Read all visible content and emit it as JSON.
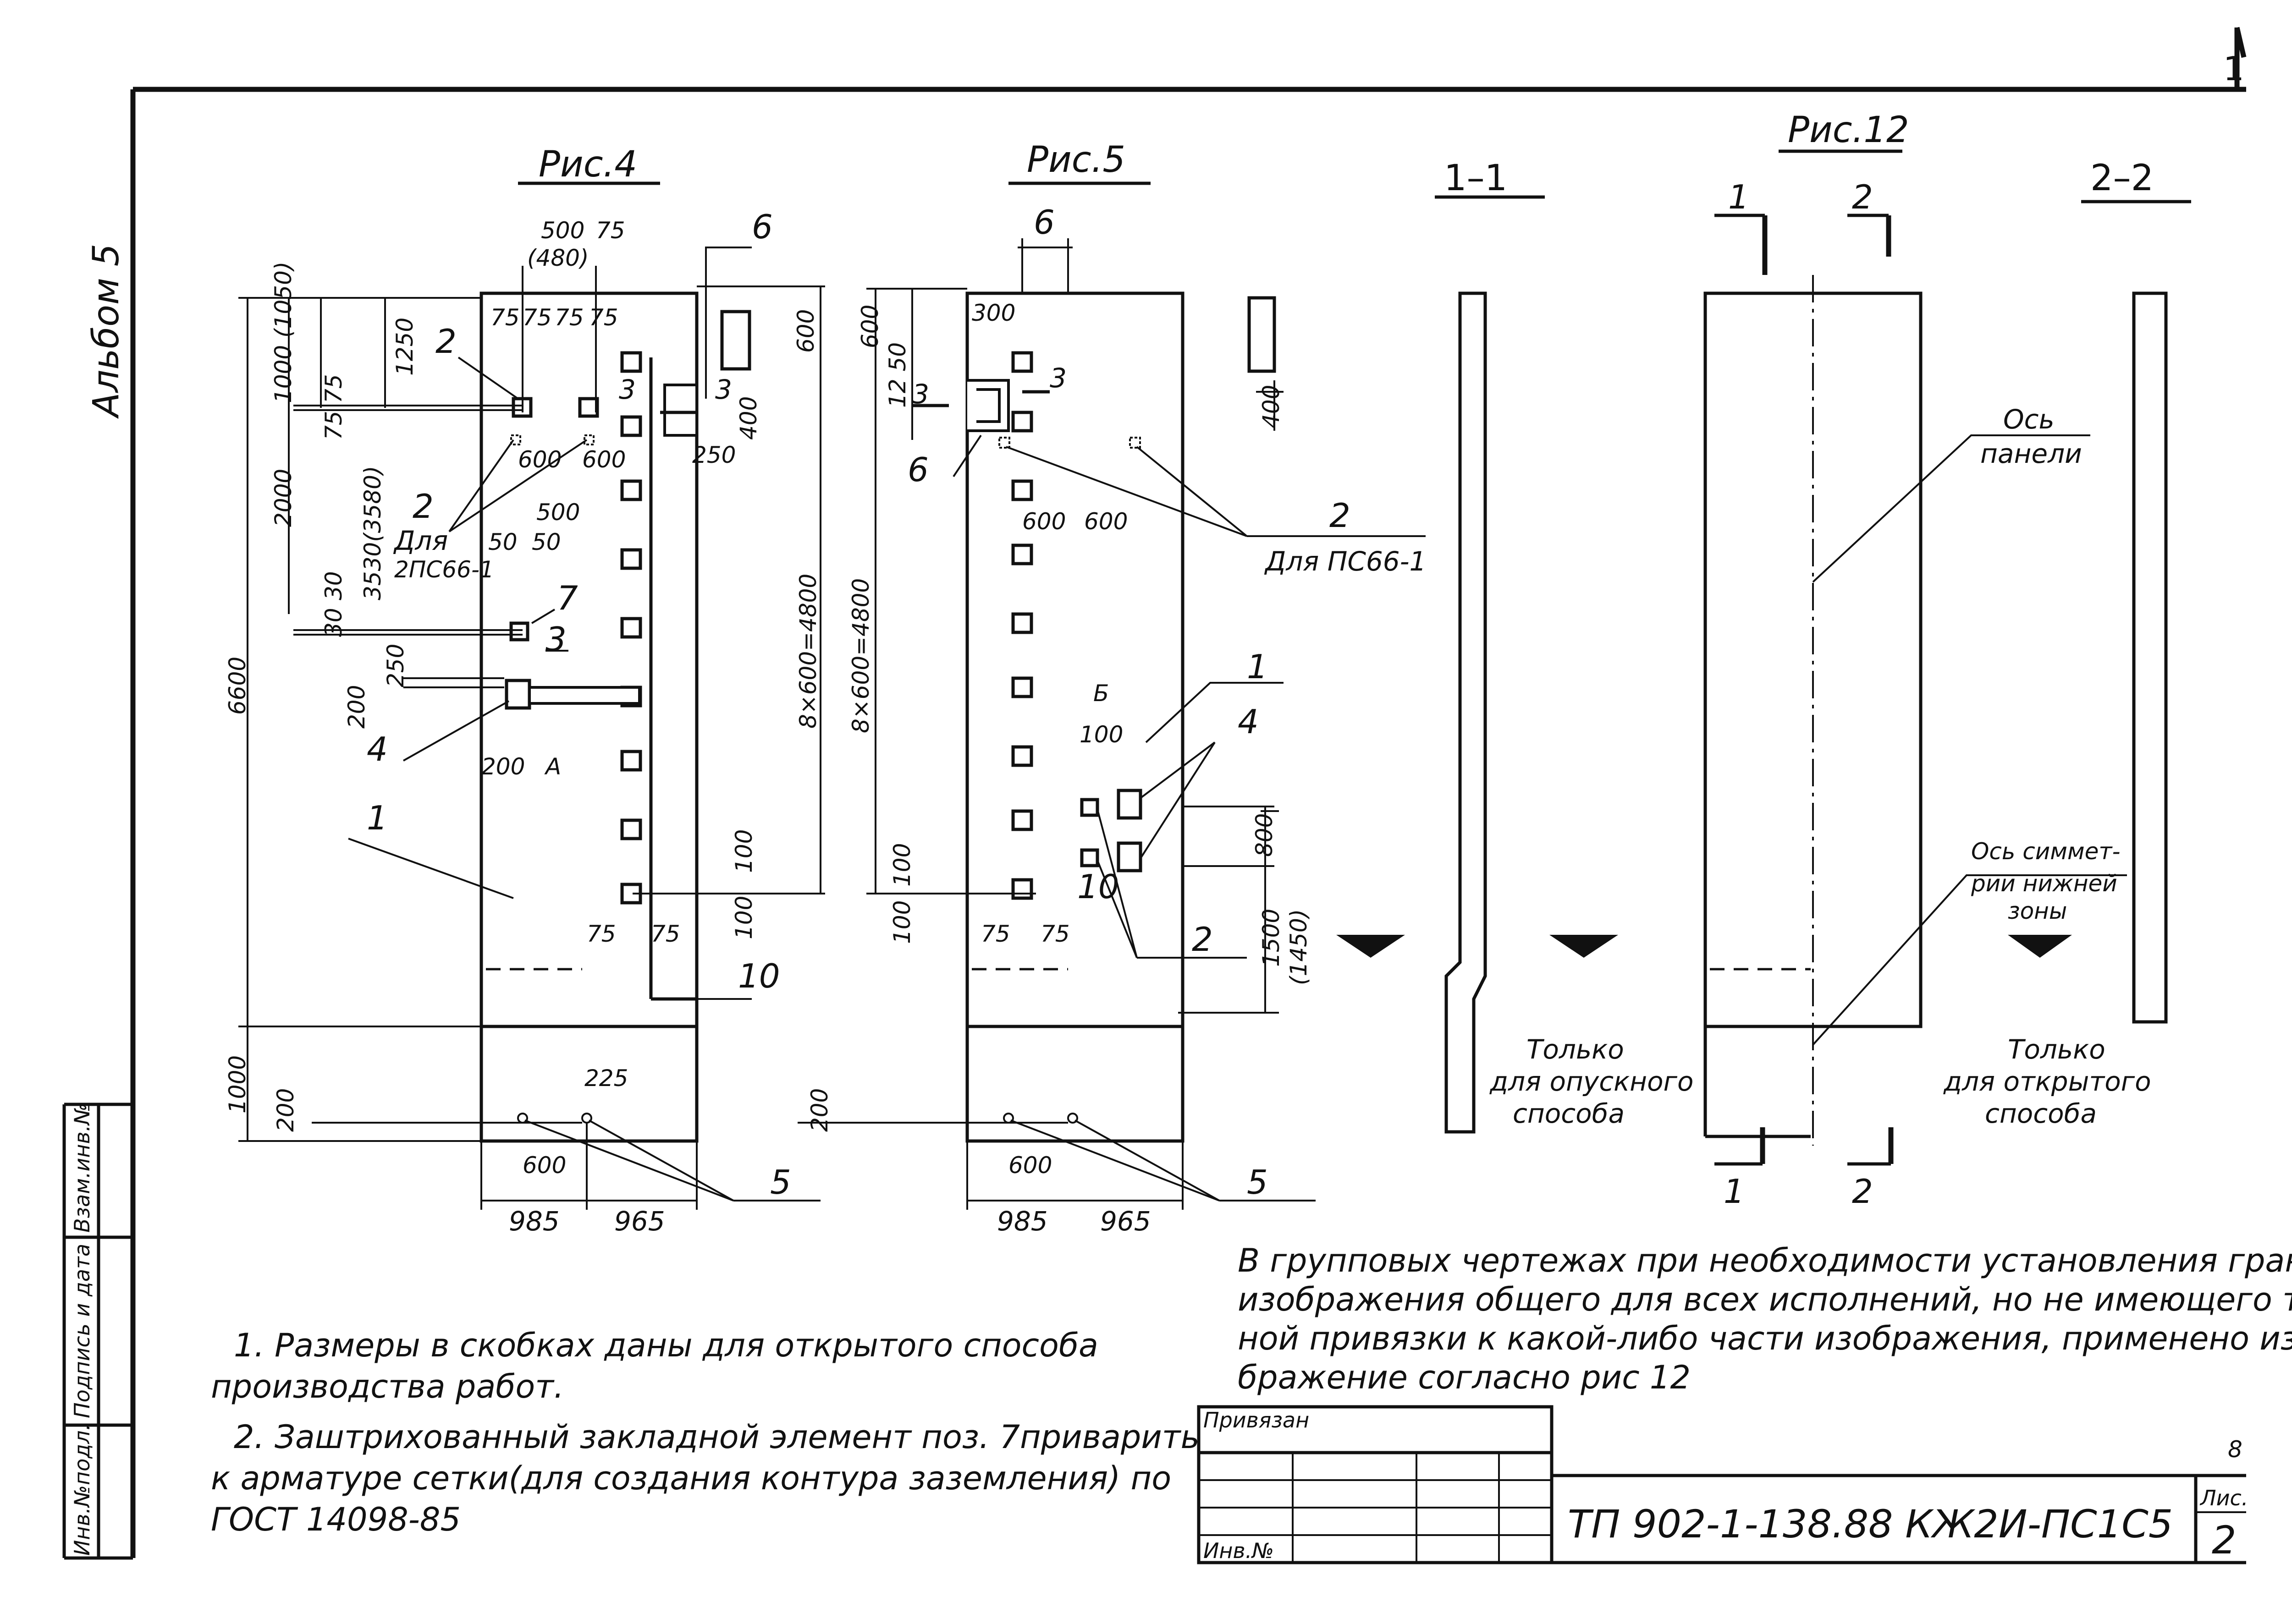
{
  "sheet": {
    "album_label": "Альбом 5",
    "corner_mark": "1",
    "page_pencil_mark": "8"
  },
  "fig4": {
    "title": "Рис.4",
    "dims": {
      "d500": "500",
      "d75top": "75",
      "d480": "(480)",
      "d1000_1050": "1000 (1050)",
      "d75a": "75",
      "d75b": "75",
      "d75c": "75",
      "d75d": "75",
      "d1250": "1250",
      "d75e": "75",
      "d75f": "75",
      "d2000": "2000",
      "d600a": "600",
      "d600b": "600",
      "d3530": "3530(3580)",
      "d500b": "500",
      "d50a": "50",
      "d50b": "50",
      "d30a": "30",
      "d30b": "30",
      "d6600": "6600",
      "d250": "250",
      "d200a": "200",
      "d200b": "200",
      "dA": "А",
      "d600right": "600",
      "d400": "400",
      "d250b": "250",
      "d8x600": "8×600=4800",
      "d100a": "100",
      "d100b": "100",
      "d75g": "75",
      "d75h": "75",
      "d1000": "1000",
      "d200c": "200",
      "d225": "225",
      "d600c": "600",
      "d985": "985",
      "d965": "965"
    },
    "leaders": {
      "p6": "6",
      "p2a": "2",
      "p2b": "2",
      "p3a": "3",
      "p3b": "3",
      "p3c": "3",
      "for2": "Для",
      "for2b": "2ПС66-1",
      "p7": "7",
      "p4": "4",
      "p1": "1",
      "p10": "10",
      "p5": "5"
    }
  },
  "fig5": {
    "title": "Рис.5",
    "dims": {
      "d6": "6",
      "d300": "300",
      "d600": "600",
      "d1250": "12 50",
      "d400": "400",
      "d600a": "600",
      "d600b": "600",
      "d8x600": "8×600=4800",
      "dB": "Б",
      "d100a": "100",
      "d100b": "100",
      "d100c": "100",
      "d75a": "75",
      "d75b": "75",
      "d800": "800",
      "d1500": "1500",
      "d1450": "(1450)",
      "d200": "200",
      "d600c": "600",
      "d985": "985",
      "d965": "965",
      "d600top": "600"
    },
    "leaders": {
      "p3a": "3",
      "p3b": "3",
      "p6": "6",
      "p2": "2",
      "for": "Для ПС66-1",
      "p1": "1",
      "p4": "4",
      "p10": "10",
      "p2b": "2",
      "p5": "5"
    }
  },
  "section11": {
    "title": "1–1",
    "note": [
      "Только",
      "для опускного",
      "способа"
    ]
  },
  "fig12": {
    "title": "Рис.12",
    "mark1": "1",
    "mark2": "2",
    "axis_label": [
      "Ось",
      "панели"
    ],
    "sym_label": [
      "Ось симмет-",
      "рии нижней",
      "зоны"
    ]
  },
  "section22": {
    "title": "2–2",
    "note": [
      "Только",
      "для открытого",
      "способа"
    ]
  },
  "notes": {
    "group_note": [
      "В групповых чертежах при необходимости установления границы",
      "изображения общего для всех исполнений, но не имеющего точ-",
      "ной привязки к какой-либо части изображения, применено изо-",
      "бражение согласно рис 12"
    ],
    "note1": [
      "1. Размеры  в скобках даны для  открытого способа",
      "производства работ."
    ],
    "note2": [
      "2. Заштрихованный закладной элемент поз. 7приварить",
      "к арматуре сетки(для создания контура заземления)  по",
      "ГОСТ 14098-85"
    ]
  },
  "stamp": {
    "bound": "Привязан",
    "inv_no": "Инв.№",
    "code": "ТП 902-1-138.88  КЖ2И-ПС1С5",
    "sheet_label": "Лис.",
    "sheet_no": "2",
    "side_fields": [
      "Инв.№подл.",
      "Подпись и дата",
      "Взам.инв.№"
    ]
  }
}
